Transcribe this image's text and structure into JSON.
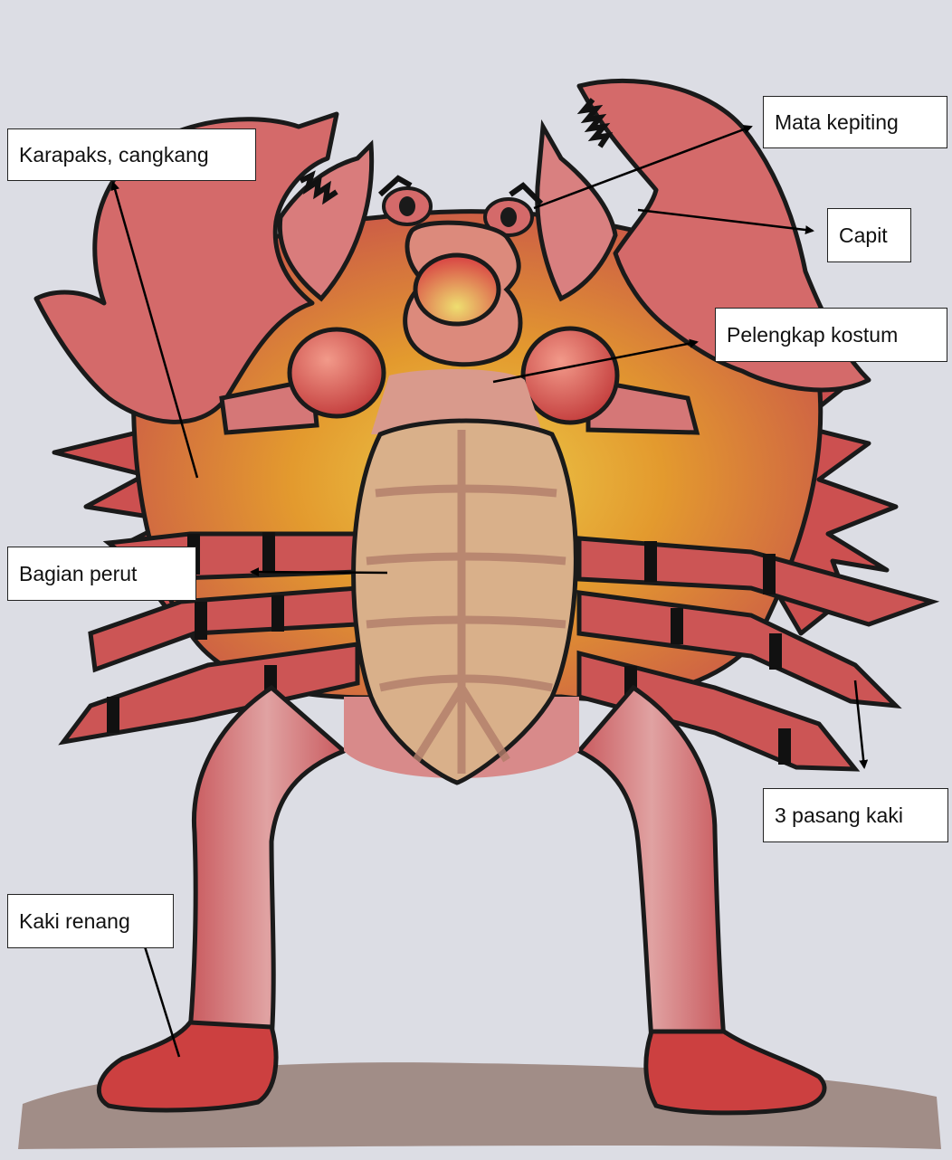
{
  "labels": {
    "carapace": "Karapaks, cangkang",
    "crab_eye": "Mata kepiting",
    "claw": "Capit",
    "costume_accessory": "Pelengkap kostum",
    "abdomen": "Bagian perut",
    "three_pairs_legs": "3 pasang kaki",
    "swimming_legs": "Kaki renang"
  },
  "colors": {
    "background": "#dedfe6",
    "body_red": "#c8454a",
    "body_pink": "#d9797b",
    "carapace_orange": "#e0922c",
    "carapace_yellow": "#e8c240",
    "belly_tan": "#d9b08a",
    "outline": "#1a1a1a",
    "ground_brown": "#8a6e66"
  }
}
